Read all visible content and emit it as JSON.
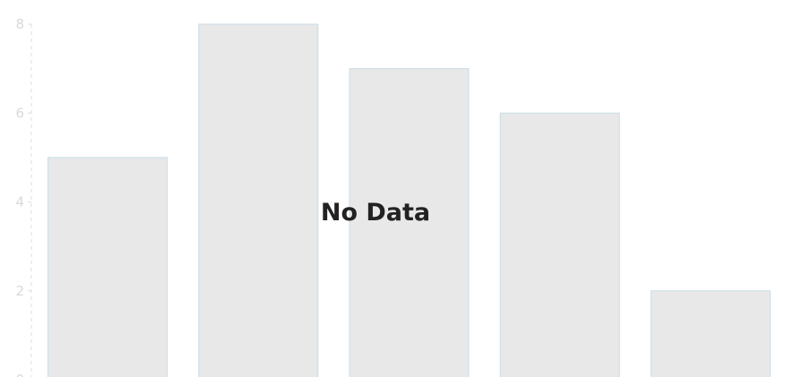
{
  "chart_data": {
    "type": "bar",
    "categories": [
      "",
      "",
      "",
      "",
      ""
    ],
    "values": [
      5,
      8,
      7,
      6,
      2
    ],
    "ylim": [
      0,
      8
    ],
    "yticks": [
      "0",
      "2",
      "4",
      "6",
      "8"
    ],
    "grid": false,
    "colors": {
      "bar_fill": "#e8e8e9",
      "bar_stroke": "#c8dde6",
      "axis": "#dddddd",
      "tick_text": "#d9d9d9"
    }
  },
  "overlay": {
    "message": "No Data"
  }
}
